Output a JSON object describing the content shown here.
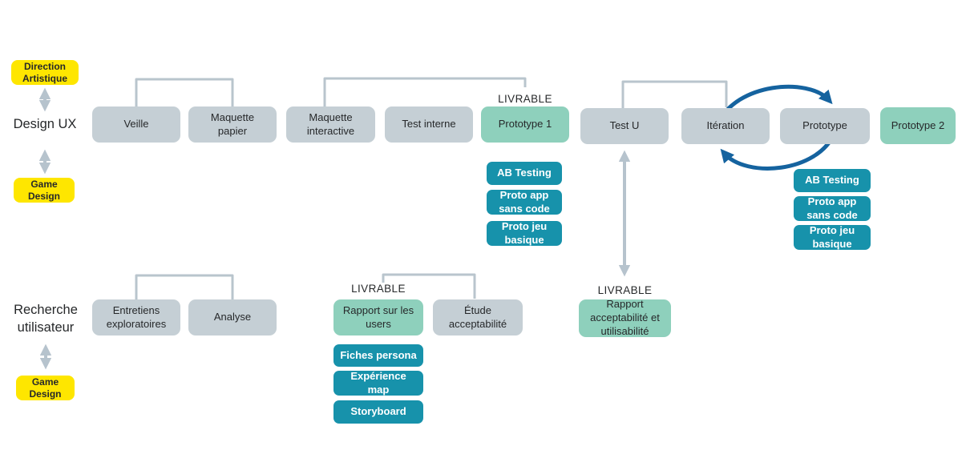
{
  "palette": {
    "box_gray": "#c5cfd5",
    "box_green": "#8ed0bc",
    "box_teal": "#1792ab",
    "tag_yellow": "#fee600",
    "connector_gray": "#b9c5cd",
    "loop_blue": "#15639f",
    "text_dark": "#26282a"
  },
  "left_column": {
    "direction_artistique": "Direction\nArtistique",
    "design_ux": "Design UX",
    "game_design_top": "Game\nDesign",
    "recherche_utilisateur": "Recherche\nutilisateur",
    "game_design_bottom": "Game\nDesign"
  },
  "livrable_labels": {
    "prototype_1": "LIVRABLE",
    "rapport_users": "LIVRABLE",
    "rapport_acceptabilite": "LIVRABLE"
  },
  "design_row": {
    "veille": "Veille",
    "maquette_papier": "Maquette\npapier",
    "maquette_interactive": "Maquette\ninteractive",
    "test_interne": "Test interne",
    "prototype_1": "Prototype 1",
    "test_u": "Test U",
    "iteration": "Itération",
    "prototype": "Prototype",
    "prototype_2": "Prototype 2"
  },
  "prototype_1_deliverables": {
    "ab_testing": "AB Testing",
    "proto_app": "Proto app\nsans code",
    "proto_jeu": "Proto jeu\nbasique"
  },
  "prototype_deliverables": {
    "ab_testing": "AB Testing",
    "proto_app": "Proto app\nsans code",
    "proto_jeu": "Proto jeu\nbasique"
  },
  "research_row": {
    "entretiens": "Entretiens\nexploratoires",
    "analyse": "Analyse",
    "rapport_users": "Rapport sur les\nusers",
    "etude_acceptabilite": "Étude\nacceptabilité",
    "rapport_acceptabilite": "Rapport\nacceptabilité et\nutilisabilité"
  },
  "research_deliverables": {
    "fiches_persona": "Fiches persona",
    "experience_map": "Expérience\nmap",
    "storyboard": "Storyboard"
  }
}
